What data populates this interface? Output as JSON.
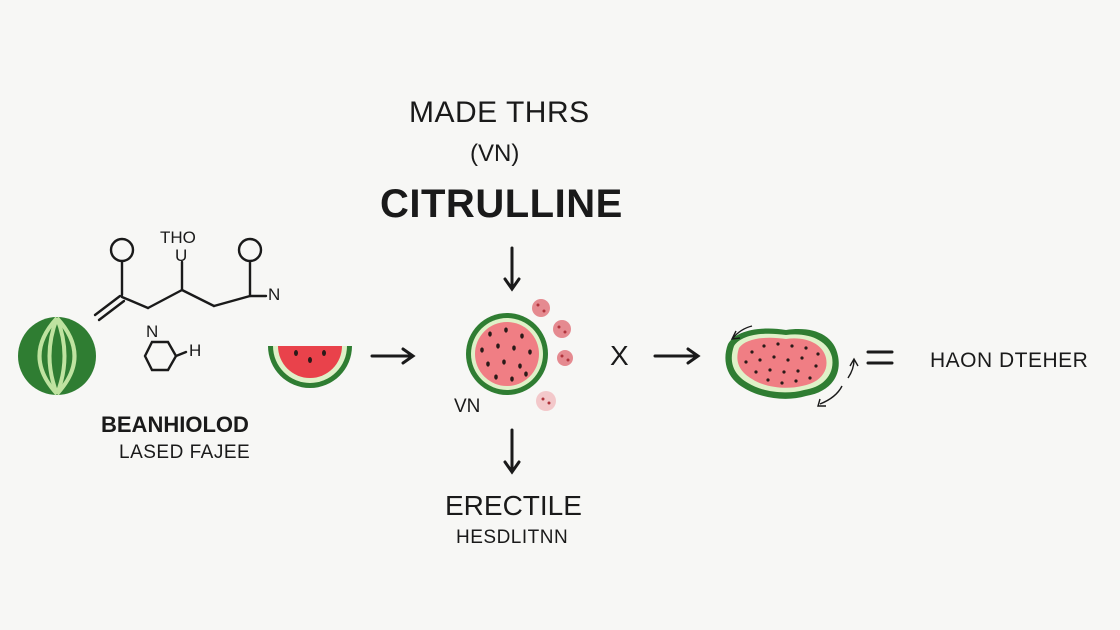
{
  "header": {
    "line1": "MADE THRS",
    "line2": "(VN)",
    "title": "CITRULLINE"
  },
  "molecule": {
    "atom_top": "THO",
    "atom_top_sub": "U",
    "atom_right": "N",
    "atom_ring_n": "N",
    "atom_ring_h": "H"
  },
  "left_caption": {
    "bold": "BEANHIOLOD",
    "thin": "LASED FAJEE"
  },
  "center": {
    "vn_label": "VN",
    "x_symbol": "X"
  },
  "bottom_caption": {
    "title": "ERECTILE",
    "sub": "HESDLITNN"
  },
  "equals_symbol": "=",
  "result_label": "HAON DTEHER",
  "colors": {
    "watermelon_rind": "#2f7d32",
    "watermelon_flesh": "#f07e84",
    "seed": "#2a1a18",
    "pink_dot": "#e9a0a4"
  }
}
